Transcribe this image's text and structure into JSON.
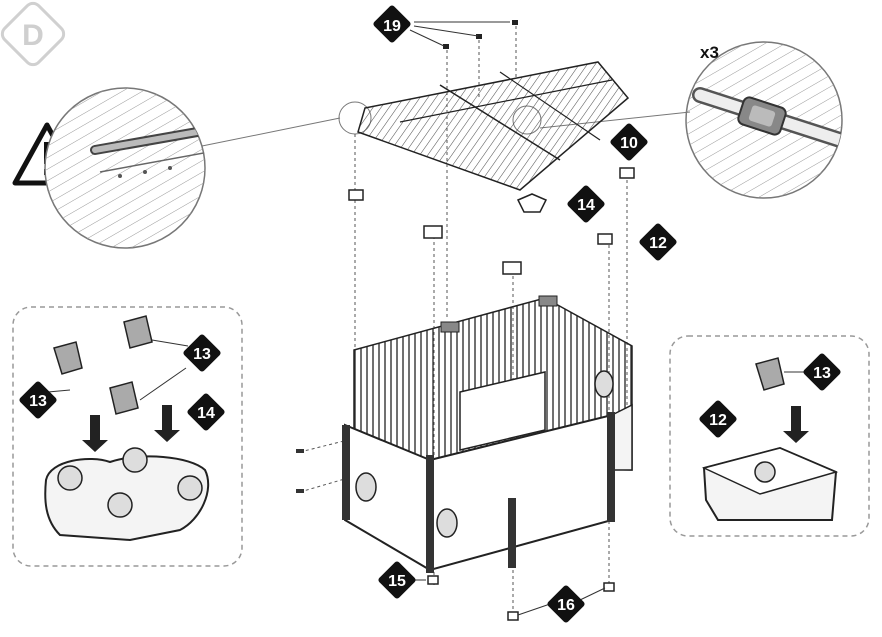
{
  "step_letter": "D",
  "multiplier": "x3",
  "warning_icon": "warning-triangle-icon",
  "callouts": [
    {
      "id": "c19",
      "text": "19"
    },
    {
      "id": "c10",
      "text": "10"
    },
    {
      "id": "c14a",
      "text": "14"
    },
    {
      "id": "c12a",
      "text": "12"
    },
    {
      "id": "c15",
      "text": "15"
    },
    {
      "id": "c16",
      "text": "16"
    },
    {
      "id": "c13a",
      "text": "13"
    },
    {
      "id": "c13b",
      "text": "13"
    },
    {
      "id": "c14b",
      "text": "14"
    },
    {
      "id": "c12b",
      "text": "12"
    },
    {
      "id": "c13c",
      "text": "13"
    }
  ]
}
